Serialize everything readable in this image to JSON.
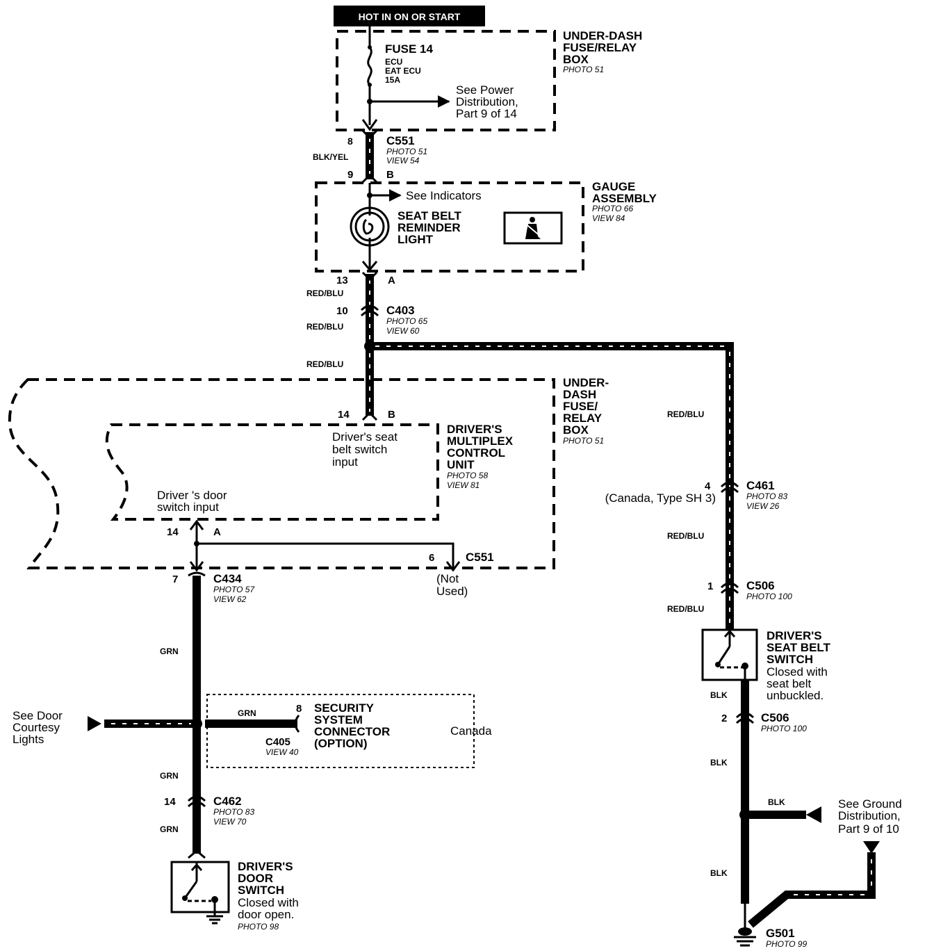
{
  "header": {
    "power_label": "HOT IN ON OR START"
  },
  "fuse_box_top": {
    "title_lines": [
      "UNDER-DASH",
      "FUSE/RELAY",
      "BOX"
    ],
    "photo": "PHOTO 51",
    "fuse_name": "FUSE 14",
    "fuse_lines": [
      "ECU",
      "EAT ECU",
      "15A"
    ],
    "ref_lines": [
      "See Power",
      "Distribution,",
      "Part 9 of 14"
    ]
  },
  "c551_top": {
    "name": "C551",
    "photo": "PHOTO 51",
    "view": "VIEW 54",
    "pin_top": "8",
    "pin_bottom": "9",
    "terminal": "B",
    "wire_color": "BLK/YEL"
  },
  "gauge": {
    "title_lines": [
      "GAUGE",
      "ASSEMBLY"
    ],
    "photo": "PHOTO 66",
    "view": "VIEW 84",
    "see_indicators": "See Indicators",
    "light_lines": [
      "SEAT BELT",
      "REMINDER",
      "LIGHT"
    ],
    "pin": "13",
    "terminal": "A"
  },
  "c403": {
    "name": "C403",
    "photo": "PHOTO 65",
    "view": "VIEW 60",
    "pin": "10",
    "wire_color_1": "RED/BLU",
    "wire_color_2": "RED/BLU",
    "wire_color_3": "RED/BLU"
  },
  "fuse_box_mid": {
    "title_lines": [
      "UNDER-",
      "DASH",
      "FUSE/",
      "RELAY",
      "BOX"
    ],
    "photo": "PHOTO 51"
  },
  "mcu": {
    "title_lines": [
      "DRIVER'S",
      "MULTIPLEX",
      "CONTROL",
      "UNIT"
    ],
    "photo": "PHOTO 58",
    "view": "VIEW 81",
    "pin_b": "14",
    "terminal_b": "B",
    "seat_input_lines": [
      "Driver's seat",
      "belt switch",
      "input"
    ],
    "door_input_lines": [
      "Driver 's door",
      "switch input"
    ],
    "pin_a": "14",
    "terminal_a": "A"
  },
  "c551_mid": {
    "pin": "6",
    "name": "C551",
    "note_lines": [
      "(Not",
      "Used)"
    ]
  },
  "c434": {
    "pin": "7",
    "name": "C434",
    "photo": "PHOTO 57",
    "view": "VIEW 62",
    "wire_color": "GRN"
  },
  "door_courtesy": {
    "lines": [
      "See Door",
      "Courtesy",
      "Lights"
    ]
  },
  "security": {
    "wire_color": "GRN",
    "pin": "8",
    "title_lines": [
      "SECURITY",
      "SYSTEM",
      "CONNECTOR",
      "(OPTION)"
    ],
    "connector": "C405",
    "view": "VIEW 40",
    "region": "Canada"
  },
  "c462": {
    "wire_color_1": "GRN",
    "pin": "14",
    "name": "C462",
    "photo": "PHOTO 83",
    "view": "VIEW 70",
    "wire_color_2": "GRN"
  },
  "door_switch": {
    "title_lines": [
      "DRIVER'S",
      "DOOR",
      "SWITCH"
    ],
    "note_lines": [
      "Closed with",
      "door open."
    ],
    "photo": "PHOTO 98"
  },
  "right_branch": {
    "wire_color_1": "RED/BLU",
    "c461": {
      "pin": "4",
      "name": "C461",
      "note": "(Canada, Type SH 3)",
      "photo": "PHOTO 83",
      "view": "VIEW 26"
    },
    "wire_color_2": "RED/BLU",
    "c506a": {
      "pin": "1",
      "name": "C506",
      "photo": "PHOTO 100"
    },
    "wire_color_3": "RED/BLU"
  },
  "seat_switch": {
    "title_lines": [
      "DRIVER'S",
      "SEAT BELT",
      "SWITCH"
    ],
    "note_lines": [
      "Closed with",
      "seat belt",
      "unbuckled."
    ]
  },
  "ground_branch": {
    "wire_color_1": "BLK",
    "c506b": {
      "pin": "2",
      "name": "C506",
      "photo": "PHOTO 100"
    },
    "wire_color_2": "BLK",
    "wire_color_3": "BLK",
    "ref_lines": [
      "See Ground",
      "Distribution,",
      "Part 9 of 10"
    ],
    "wire_color_4": "BLK",
    "ground": "G501",
    "photo": "PHOTO 99"
  }
}
